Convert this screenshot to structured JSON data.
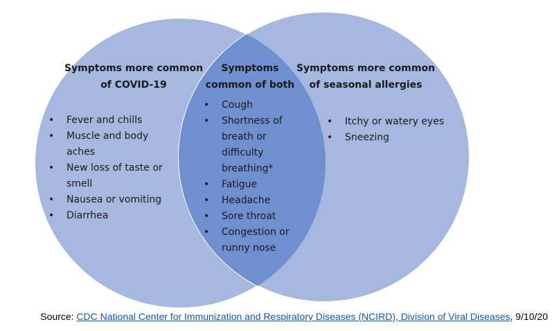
{
  "colors": {
    "circle_fill": "#a6b8e0",
    "circle_stroke": "#ffffff",
    "overlap_fill": "#6f8fd0",
    "link": "#1155cc"
  },
  "diagram": {
    "left_title": [
      "Symptoms more common",
      "of COVID-19"
    ],
    "center_title": [
      "Symptoms",
      "common of both"
    ],
    "right_title": [
      "Symptoms more common",
      "of seasonal allergies"
    ],
    "left_items": [
      "Fever and chills",
      "Muscle and body aches",
      "New loss of taste or smell",
      "Nausea or vomiting",
      "Diarrhea"
    ],
    "center_items": [
      "Cough",
      "Shortness of breath or difficulty breathing*",
      "Fatigue",
      "Headache",
      "Sore throat",
      "Congestion or runny nose"
    ],
    "right_items": [
      "Itchy or watery eyes",
      "Sneezing"
    ]
  },
  "source": {
    "prefix": "Source: ",
    "link_text": "CDC National Center for Immunization and Respiratory Diseases (NCIRD), Division of Viral Diseases",
    "suffix": ", 9/10/20"
  }
}
